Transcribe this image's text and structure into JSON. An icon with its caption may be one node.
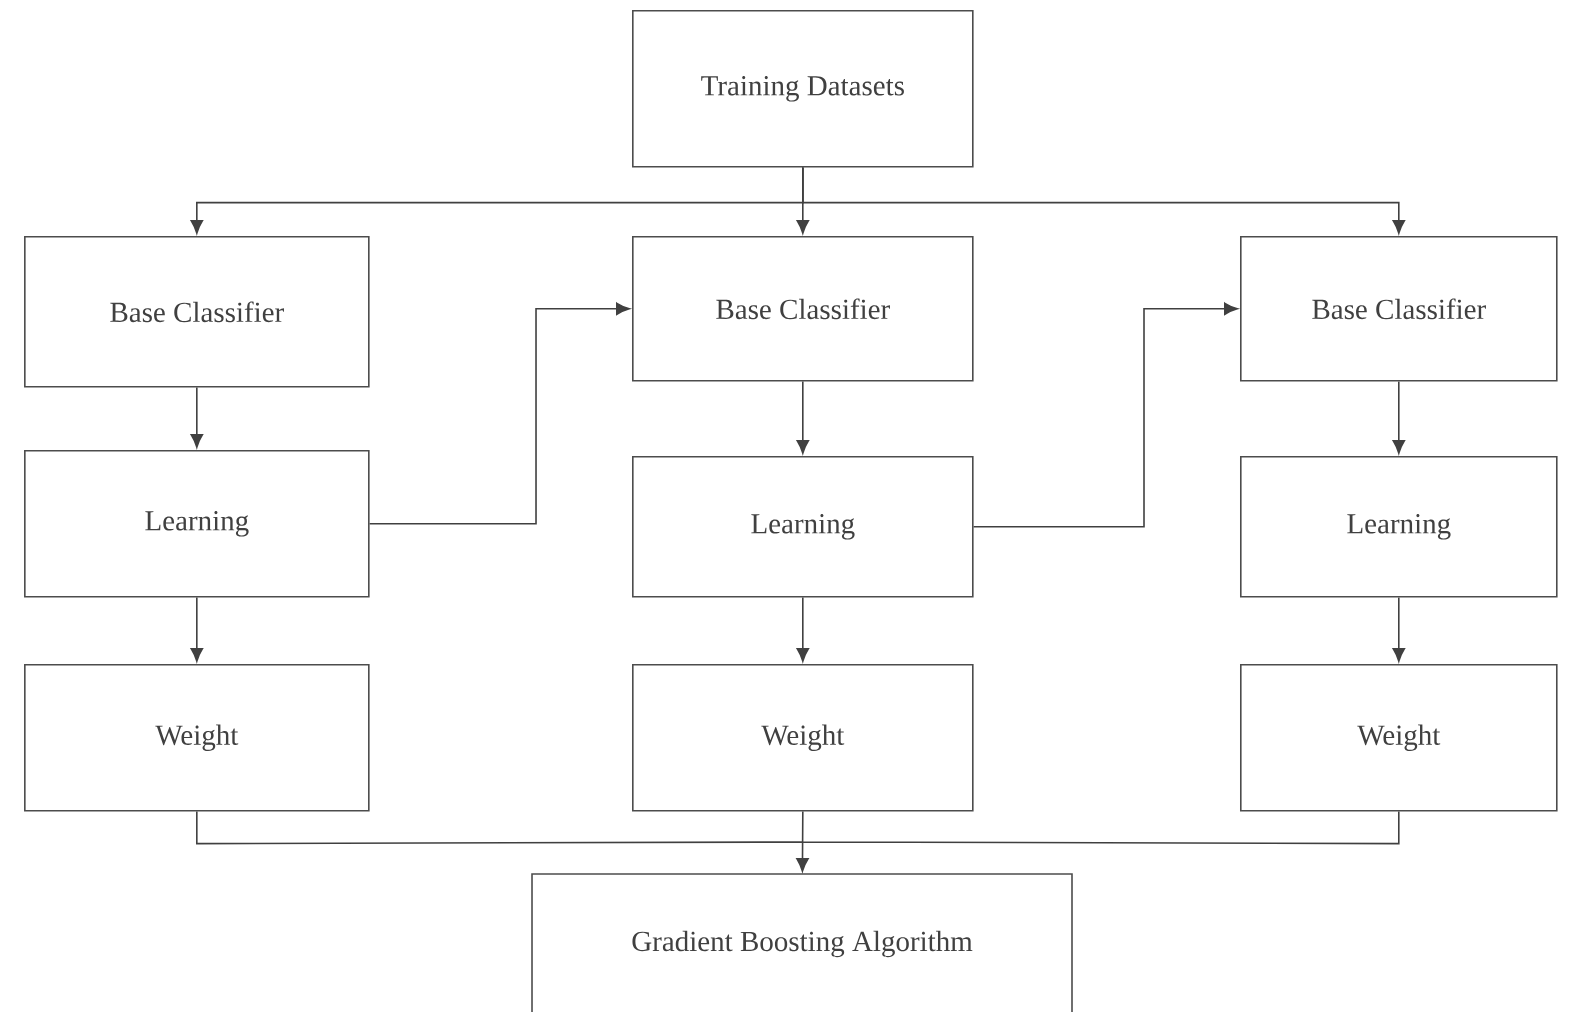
{
  "diagram": {
    "nodes": [
      {
        "text": [
          "Training Datasets"
        ]
      },
      {
        "text": [
          "Base Classifier"
        ]
      },
      {
        "text": [
          "Base Classifier"
        ]
      },
      {
        "text": [
          "Base Classifier"
        ]
      },
      {
        "text": [
          "Learning"
        ]
      },
      {
        "text": [
          "Learning"
        ]
      },
      {
        "text": [
          "Learning"
        ]
      },
      {
        "text": [
          "Weight"
        ]
      },
      {
        "text": [
          "Weight"
        ]
      },
      {
        "text": [
          "Weight"
        ]
      },
      {
        "text": [
          "Gradient Boosting Algorithm"
        ]
      }
    ],
    "edges": [
      {
        "from": 0,
        "to": 1,
        "arrow": "to"
      },
      {
        "from": 0,
        "to": 2,
        "arrow": "to"
      },
      {
        "from": 0,
        "to": 3,
        "arrow": "to"
      },
      {
        "from": 1,
        "to": 4,
        "arrow": "to"
      },
      {
        "from": 2,
        "to": 5,
        "arrow": "to"
      },
      {
        "from": 3,
        "to": 6,
        "arrow": "to"
      },
      {
        "from": 4,
        "to": 2,
        "arrow": "to"
      },
      {
        "from": 5,
        "to": 3,
        "arrow": "to"
      },
      {
        "from": 4,
        "to": 7,
        "arrow": "to"
      },
      {
        "from": 5,
        "to": 8,
        "arrow": "to"
      },
      {
        "from": 6,
        "to": 9,
        "arrow": "to"
      },
      {
        "from": 7,
        "to": 10,
        "arrow": "to"
      },
      {
        "from": 8,
        "to": 10,
        "arrow": "to"
      },
      {
        "from": 9,
        "to": 10,
        "arrow": "to"
      }
    ]
  }
}
